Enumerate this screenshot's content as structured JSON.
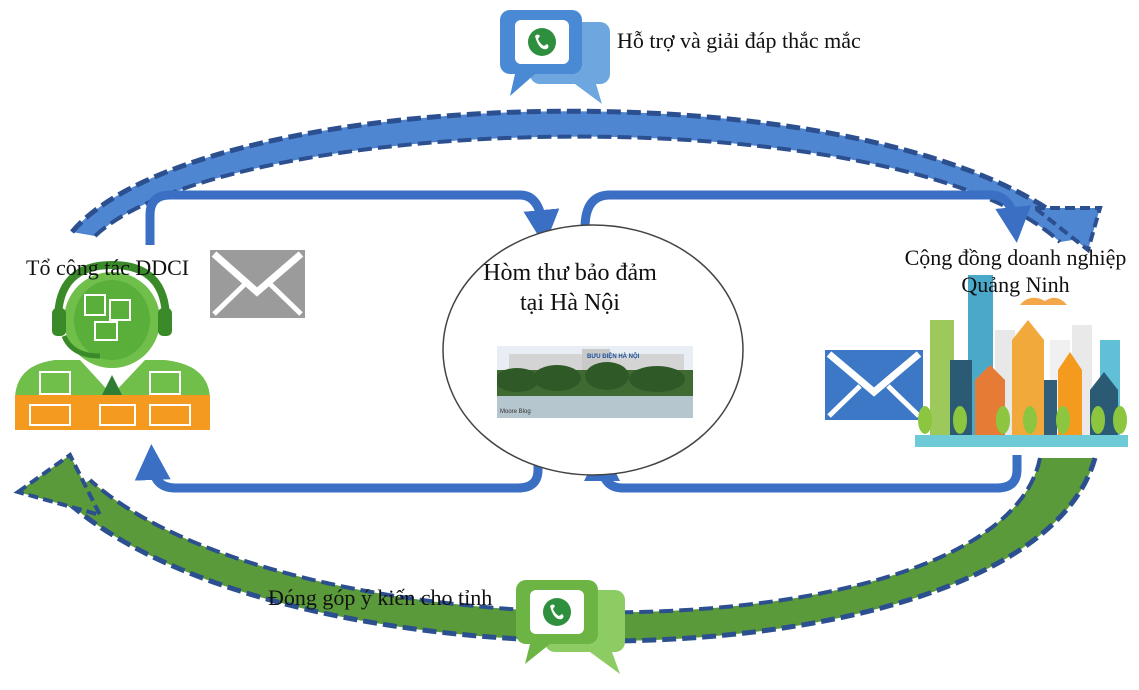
{
  "diagram": {
    "support_label": "Hỗ trợ và giải đáp thắc mắc",
    "feedback_label": "Đóng góp ý kiến cho tỉnh",
    "team_label": "Tổ công tác DDCI",
    "community_label": [
      "Cộng đồng doanh nghiệp",
      "Quảng Ninh"
    ],
    "mailbox_label": [
      "Hòm thư bảo đảm",
      "tại Hà Nội"
    ],
    "photo_sign": "BƯU ĐIỆN HÀ NỘI",
    "photo_caption": "Moore Blog"
  },
  "colors": {
    "blue_arrow": "#3b6fc4",
    "dashed_blue": "#2c4f8f",
    "green_arrow": "#5b9a3a",
    "envelope_gray": "#9b9b9b",
    "envelope_blue": "#3d78c6",
    "phone_green": "#2e8f3e",
    "bubble_blue": "#6ea7df",
    "bubble_green": "#7cbf52",
    "person_green": "#6fbf4a",
    "person_orange": "#f39a1f"
  },
  "icons": [
    "phone-chat-icon",
    "envelope-icon",
    "headset-person-icon",
    "city-icon"
  ]
}
